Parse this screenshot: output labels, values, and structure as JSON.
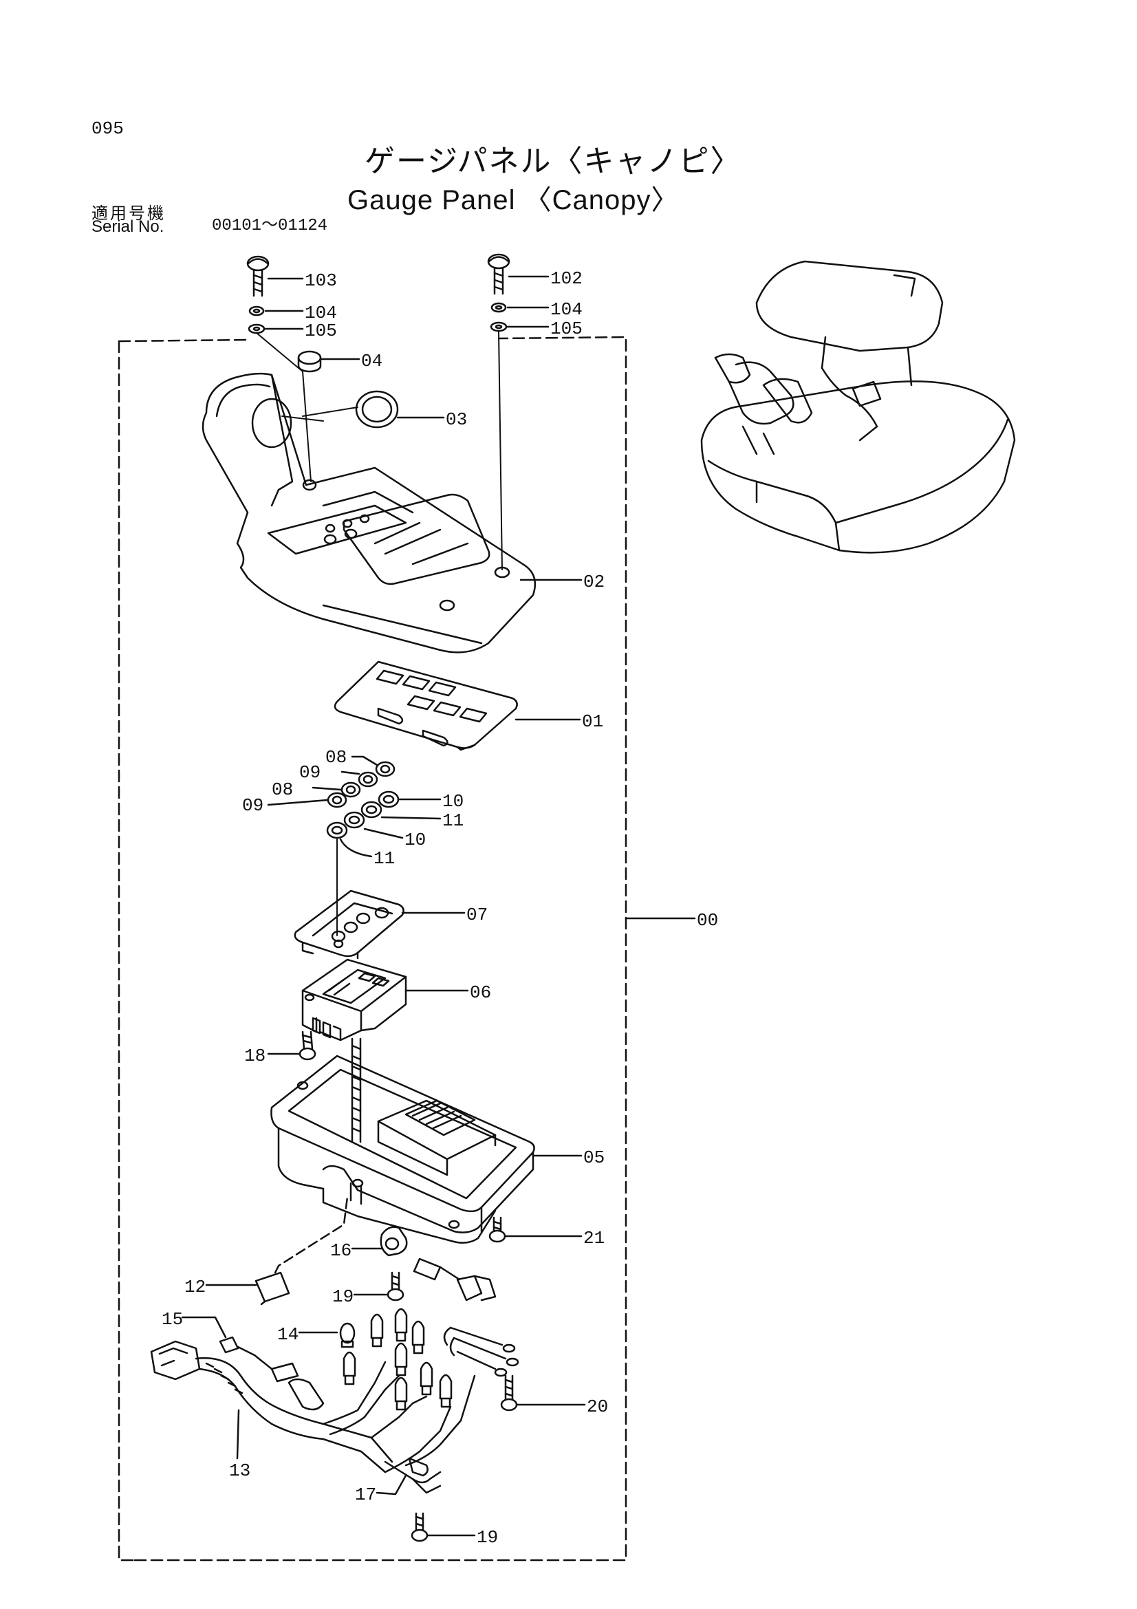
{
  "header": {
    "page_number": "095",
    "title_jp": "ゲージパネル〈キャノピ〉",
    "title_en": "Gauge Panel 〈Canopy〉",
    "serial_label_jp": "適用号機",
    "serial_label_en": "Serial No.",
    "serial_range": "00101～01124"
  },
  "part_labels": {
    "p00": "00",
    "p01": "01",
    "p02": "02",
    "p03": "03",
    "p04": "04",
    "p05": "05",
    "p06": "06",
    "p07": "07",
    "p08a": "08",
    "p08b": "08",
    "p09a": "09",
    "p09b": "09",
    "p10a": "10",
    "p10b": "10",
    "p11a": "11",
    "p11b": "11",
    "p12": "12",
    "p13": "13",
    "p14": "14",
    "p15": "15",
    "p16": "16",
    "p17": "17",
    "p18": "18",
    "p19a": "19",
    "p19b": "19",
    "p20": "20",
    "p21": "21",
    "p102": "102",
    "p103": "103",
    "p104a": "104",
    "p104b": "104",
    "p105a": "105",
    "p105b": "105"
  }
}
